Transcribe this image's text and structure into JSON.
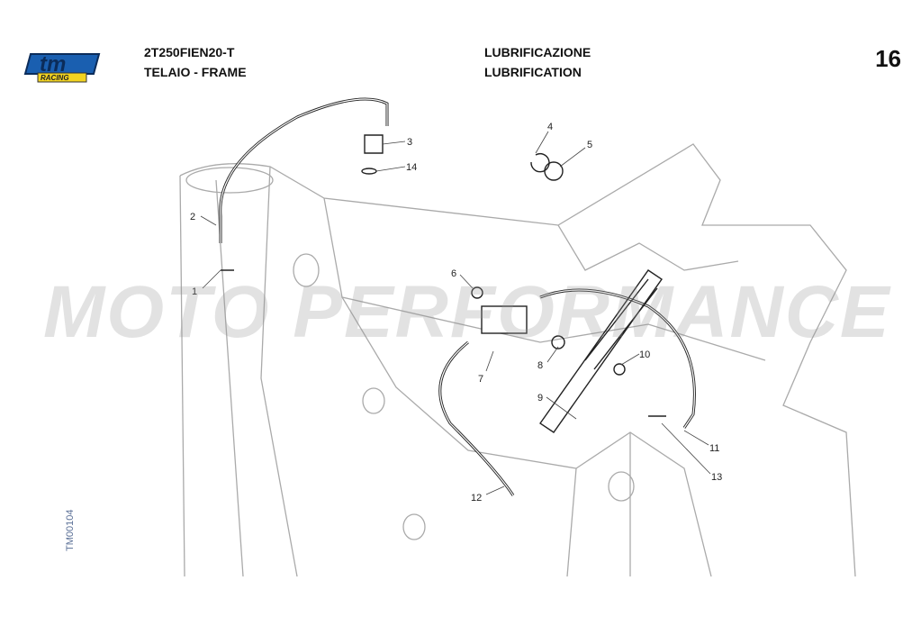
{
  "logo": {
    "brand": "tm",
    "sub": "RACING"
  },
  "header": {
    "model_code": "2T250FIEN20-T",
    "group": "TELAIO - FRAME",
    "section_it": "LUBRIFICAZIONE",
    "section_en": "LUBRIFICATION",
    "page_number": "16"
  },
  "drawing_code": "TM00104",
  "watermark": "MOTO PERFORMANCE",
  "callouts": [
    "1",
    "2",
    "3",
    "4",
    "5",
    "6",
    "7",
    "8",
    "9",
    "10",
    "11",
    "12",
    "13",
    "14"
  ],
  "colors": {
    "logo_blue": "#1a5fb0",
    "logo_yellow": "#f2d320",
    "code_blue": "#5a6f96"
  }
}
